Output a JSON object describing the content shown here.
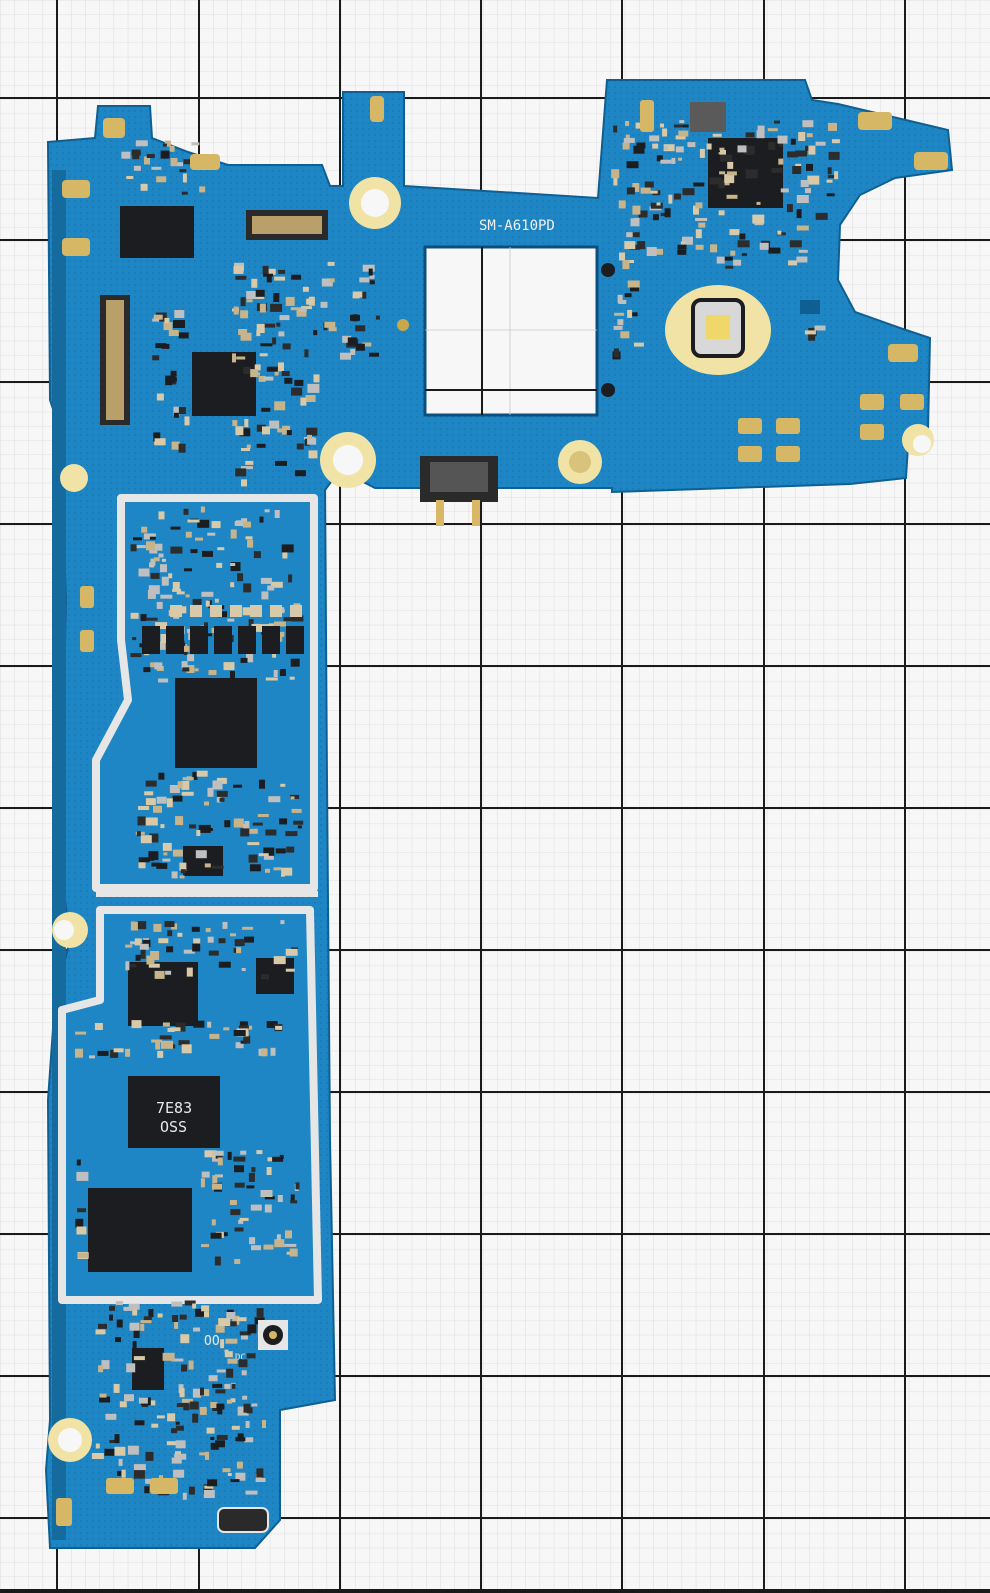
{
  "photo": {
    "subject": "smartphone-logic-board",
    "background": "graph-paper-grid"
  },
  "board": {
    "model_marking": "SM-A610PD",
    "chip_marking_line1": "7E83",
    "chip_marking_line2": "OSS",
    "silk_label_oo": "OO",
    "silk_label_dc": "DC"
  },
  "colors": {
    "pcb": "#1e86c4",
    "pcb_dark": "#156a9e",
    "shield": "#e6e6e6",
    "chip": "#1b1d21",
    "gold": "#f1e3a6",
    "grid_line": "#1a1a1a",
    "paper": "#f7f7f7"
  }
}
